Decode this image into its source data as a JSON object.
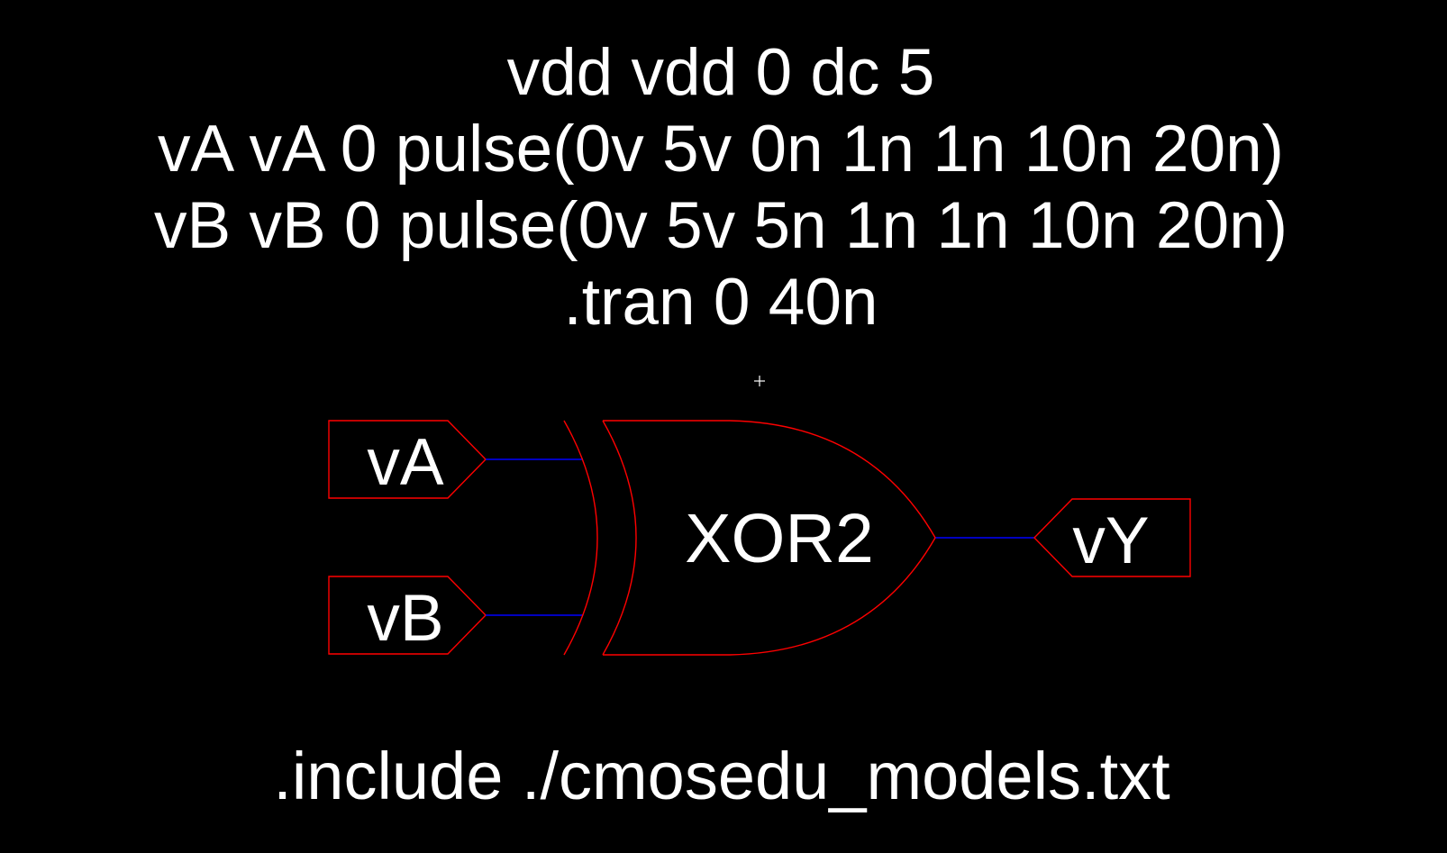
{
  "directives": [
    "vdd vdd 0 dc 5",
    "vA vA 0 pulse(0v 5v 0n 1n 1n 10n 20n)",
    "vB vB 0 pulse(0v 5v 5n 1n 1n 10n 20n)",
    ".tran 0 40n"
  ],
  "gate": {
    "label": "XOR2",
    "type": "xor"
  },
  "ports": {
    "a": "vA",
    "b": "vB",
    "y": "vY"
  },
  "include": ".include ./cmosedu_models.txt",
  "colors": {
    "background": "#000000",
    "text": "#ffffff",
    "symbol": "#ff0000",
    "wire": "#0000ff"
  }
}
